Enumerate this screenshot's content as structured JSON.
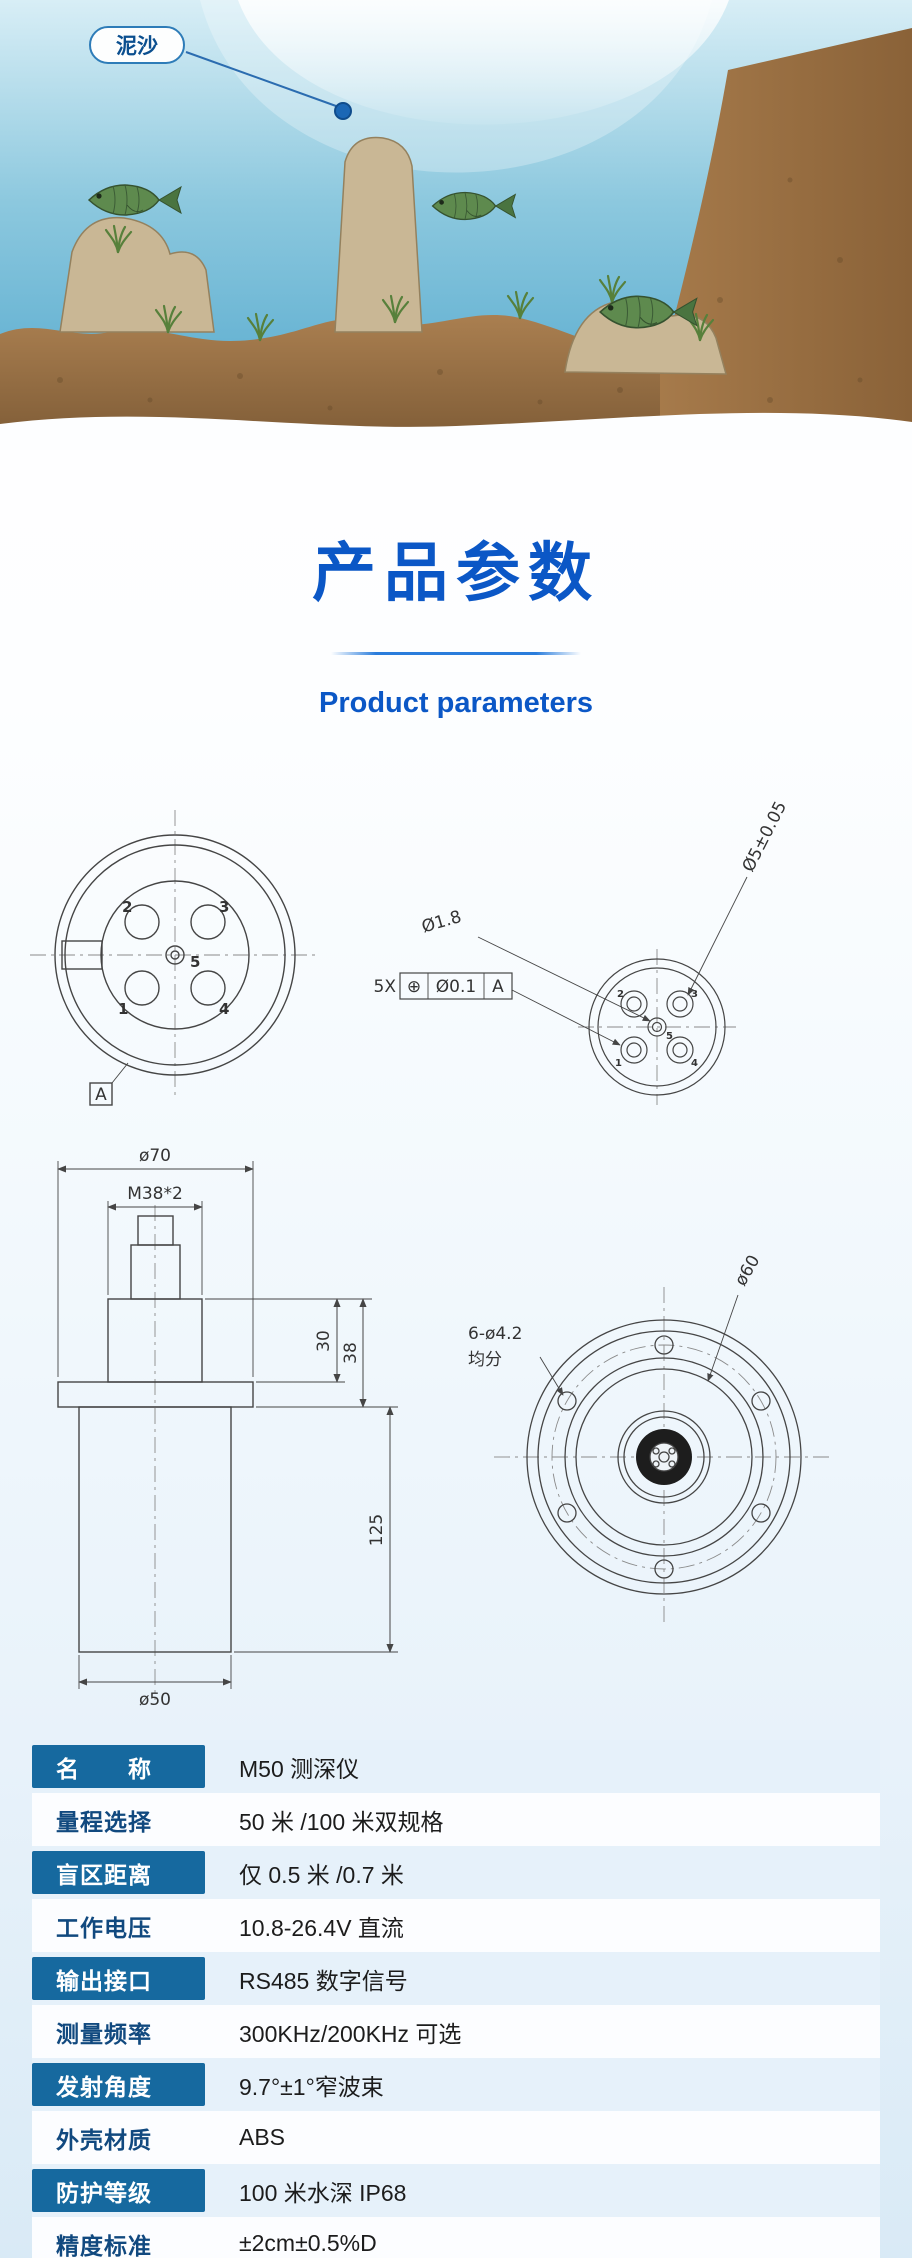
{
  "theme": {
    "accent": "#0b57c6",
    "divider": "#2a7ddc",
    "table-dark": "#16699f",
    "table-row-alt": "#e6f1fa",
    "table-row": "#fcfdff",
    "label-light-text": "#11497f",
    "value-text": "#1c1c1c"
  },
  "hero": {
    "sediment_label": "泥沙"
  },
  "section_title": {
    "zh": "产品参数",
    "en": "Product parameters"
  },
  "drawings": {
    "connector_front": {
      "pins": [
        "1",
        "2",
        "3",
        "4",
        "5"
      ],
      "datum": "A"
    },
    "connector_dim": {
      "pins": [
        "1",
        "2",
        "3",
        "4",
        "5"
      ],
      "dia_tol": "Ø5±0.05",
      "pin_dia": "Ø1.8",
      "fcf_count": "5X",
      "fcf_symbol": "⊕",
      "fcf_tolerance": "Ø0.1",
      "fcf_datum": "A"
    },
    "side_view": {
      "dia_flange": "ø70",
      "thread": "M38*2",
      "dim_30": "30",
      "dim_38": "38",
      "dim_125": "125",
      "dia_body": "ø50"
    },
    "top_view": {
      "dia": "ø60",
      "holes": "6-ø4.2",
      "holes_note": "均分"
    }
  },
  "spec_table": {
    "rows": [
      {
        "label": "名　　称",
        "value": "M50 测深仪"
      },
      {
        "label": "量程选择",
        "value": "50 米 /100 米双规格"
      },
      {
        "label": "盲区距离",
        "value": "仅 0.5 米 /0.7 米"
      },
      {
        "label": "工作电压",
        "value": "10.8-26.4V 直流"
      },
      {
        "label": "输出接口",
        "value": "RS485 数字信号"
      },
      {
        "label": "测量频率",
        "value": "300KHz/200KHz 可选"
      },
      {
        "label": "发射角度",
        "value": "9.7°±1°窄波束"
      },
      {
        "label": "外壳材质",
        "value": "ABS"
      },
      {
        "label": "防护等级",
        "value": "100 米水深 IP68"
      },
      {
        "label": "精度标准",
        "value": "±2cm±0.5%D"
      }
    ]
  }
}
